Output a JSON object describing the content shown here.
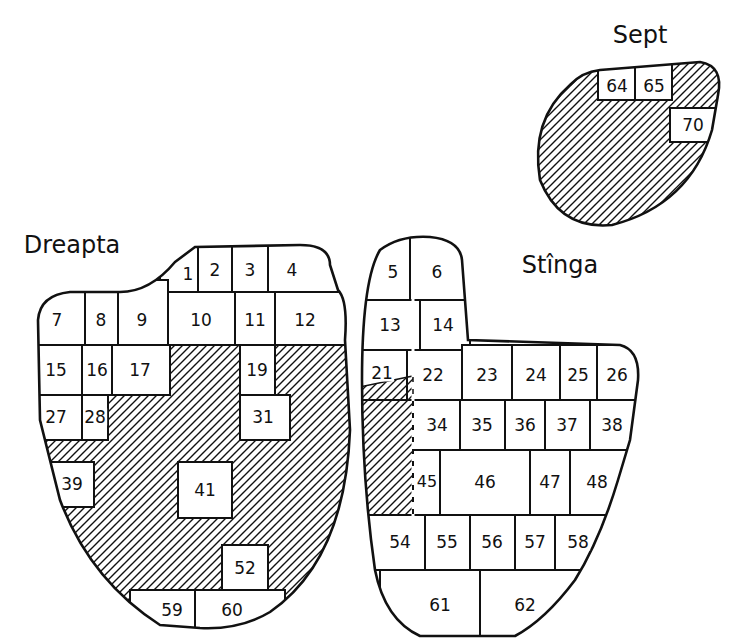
{
  "diagram": {
    "labels": [
      "Sept",
      "64",
      "65",
      "70",
      "Dreapta",
      "1",
      "2",
      "3",
      "4",
      "7",
      "8",
      "9",
      "10",
      "11",
      "12",
      "15",
      "16",
      "17",
      "19",
      "27",
      "28",
      "31",
      "39",
      "41",
      "52",
      "59",
      "60",
      "Stînga",
      "5",
      "6",
      "13",
      "14",
      "21",
      "22",
      "23",
      "24",
      "25",
      "26",
      "34",
      "35",
      "36",
      "37",
      "38",
      "45",
      "46",
      "47",
      "48",
      "54",
      "55",
      "56",
      "57",
      "58",
      "61",
      "62"
    ]
  }
}
